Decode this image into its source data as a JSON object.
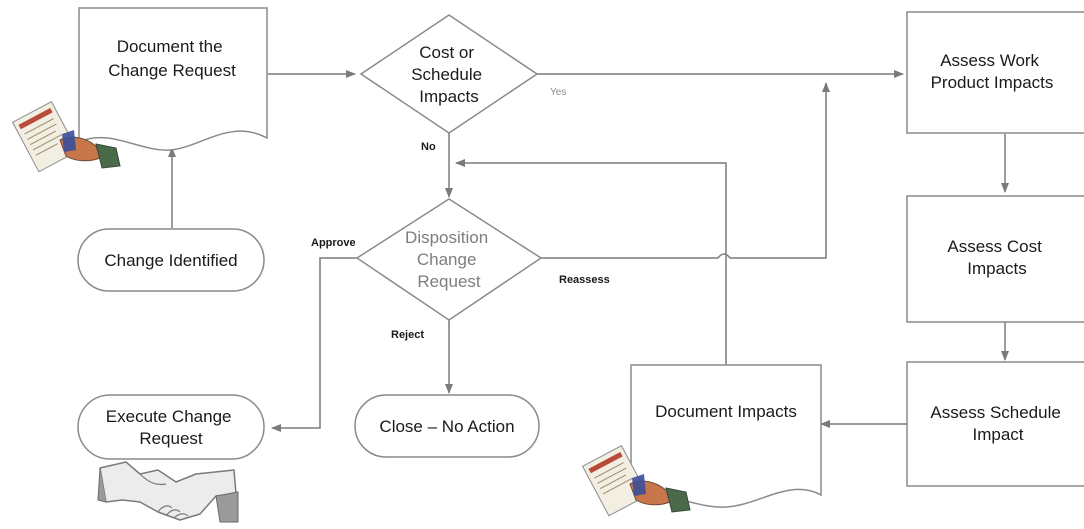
{
  "nodes": {
    "document_change_request": [
      "Document the",
      "Change Request"
    ],
    "cost_schedule_decision": [
      "Cost or",
      "Schedule",
      "Impacts"
    ],
    "change_identified": "Change Identified",
    "disposition_change_request": [
      "Disposition",
      "Change",
      "Request"
    ],
    "execute_change_request": [
      "Execute Change",
      "Request"
    ],
    "close_no_action": "Close – No Action",
    "assess_work_product_impacts": [
      "Assess Work",
      "Product Impacts"
    ],
    "assess_cost_impacts": [
      "Assess Cost",
      "Impacts"
    ],
    "assess_schedule_impact": [
      "Assess Schedule",
      "Impact"
    ],
    "document_impacts": "Document Impacts"
  },
  "edge_labels": {
    "yes": "Yes",
    "no": "No",
    "approve": "Approve",
    "reassess": "Reassess",
    "reject": "Reject"
  },
  "icons": {
    "document_icon_top": "document-icon",
    "document_icon_bottom": "document-icon",
    "handshake": "handshake-icon"
  },
  "colors": {
    "stroke": "#8a8a8a",
    "text": "#1a1a1a",
    "faded_text": "#7d7d7d"
  }
}
